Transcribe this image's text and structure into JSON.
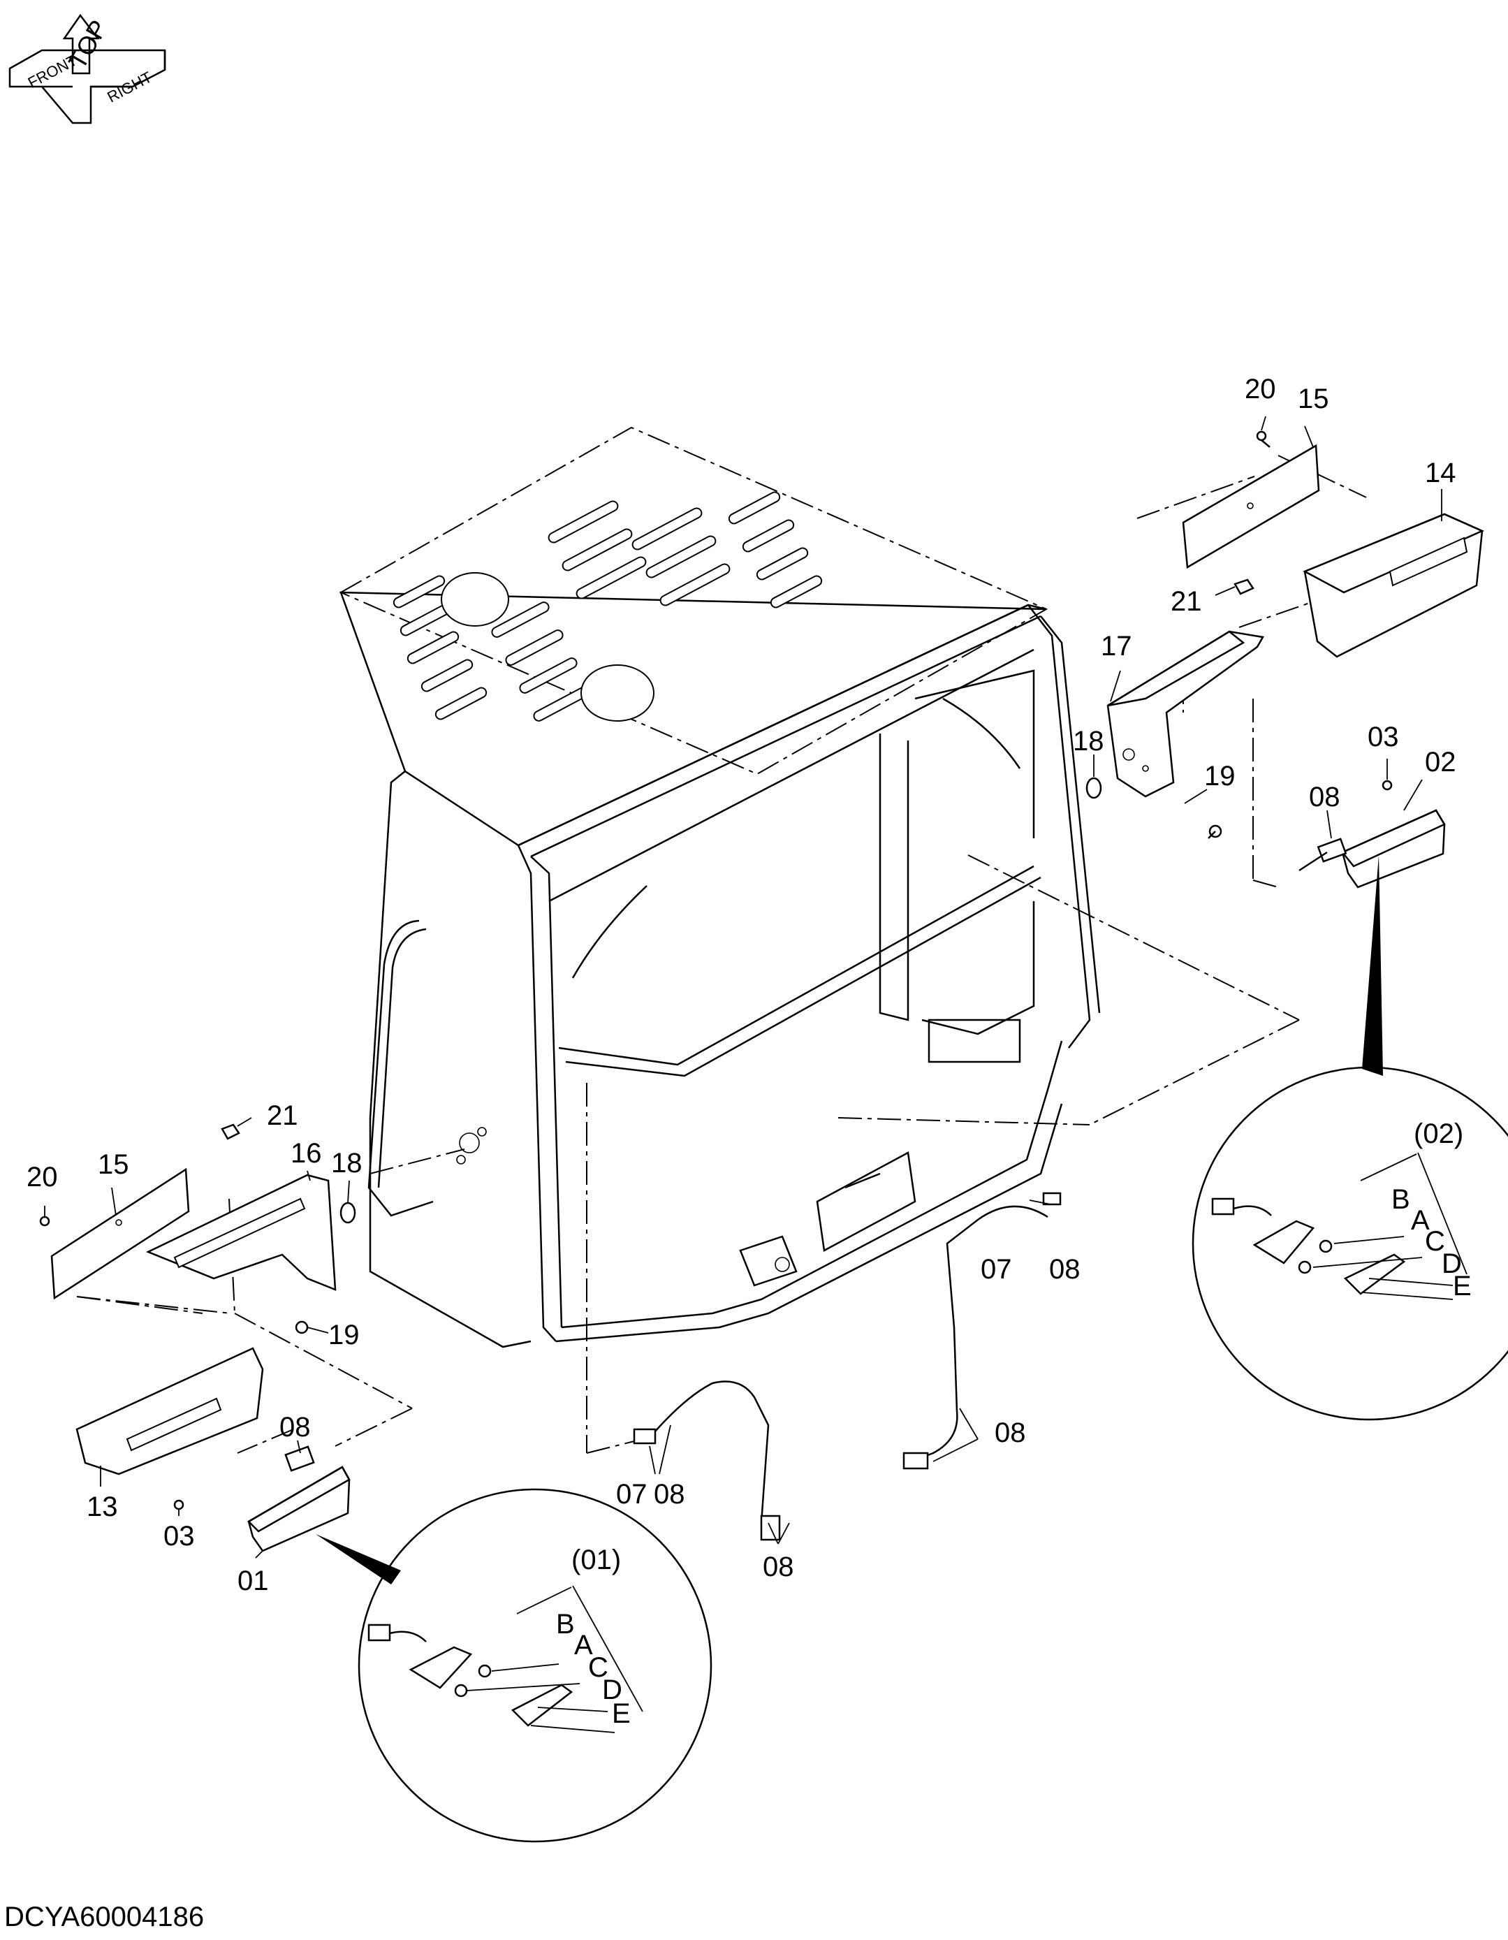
{
  "orientation_icon": {
    "top": "TOP",
    "front": "FRONT",
    "right": "RIGHT"
  },
  "document_id": "DCYA60004186",
  "callouts": {
    "c20_r": "20",
    "c15_r": "15",
    "c14": "14",
    "c21_r": "21",
    "c17": "17",
    "c18_r": "18",
    "c19_r": "19",
    "c03_r": "03",
    "c02": "02",
    "c08_r": "08",
    "c21_l": "21",
    "c20_l": "20",
    "c15_l": "15",
    "c16": "16",
    "c18_l": "18",
    "c19_l": "19",
    "c08_l": "08",
    "c13": "13",
    "c03_l": "03",
    "c01": "01",
    "c07_a": "07",
    "c08_a": "08",
    "c07_b": "07",
    "c08_b": "08",
    "c08_c": "08",
    "c08_d": "08"
  },
  "detail_right": {
    "title": "(02)",
    "b": "B",
    "a": "A",
    "c": "C",
    "d": "D",
    "e": "E"
  },
  "detail_left": {
    "title": "(01)",
    "b": "B",
    "a": "A",
    "c": "C",
    "d": "D",
    "e": "E"
  }
}
